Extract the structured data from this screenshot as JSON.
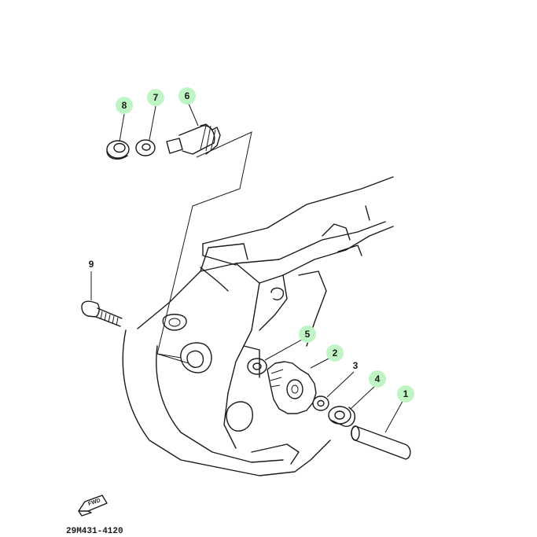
{
  "callouts": [
    {
      "id": "1",
      "label": "1",
      "highlighted": true
    },
    {
      "id": "2",
      "label": "2",
      "highlighted": true
    },
    {
      "id": "3",
      "label": "3",
      "highlighted": false
    },
    {
      "id": "4",
      "label": "4",
      "highlighted": true
    },
    {
      "id": "5",
      "label": "5",
      "highlighted": true
    },
    {
      "id": "6",
      "label": "6",
      "highlighted": true
    },
    {
      "id": "7",
      "label": "7",
      "highlighted": true
    },
    {
      "id": "8",
      "label": "8",
      "highlighted": true
    },
    {
      "id": "9",
      "label": "9",
      "highlighted": false
    }
  ],
  "part_number": "29M431-4120",
  "fwd_label": "FWD",
  "colors": {
    "line": "#1a1a1a",
    "highlight": "#bff5c4",
    "background": "#ffffff"
  }
}
